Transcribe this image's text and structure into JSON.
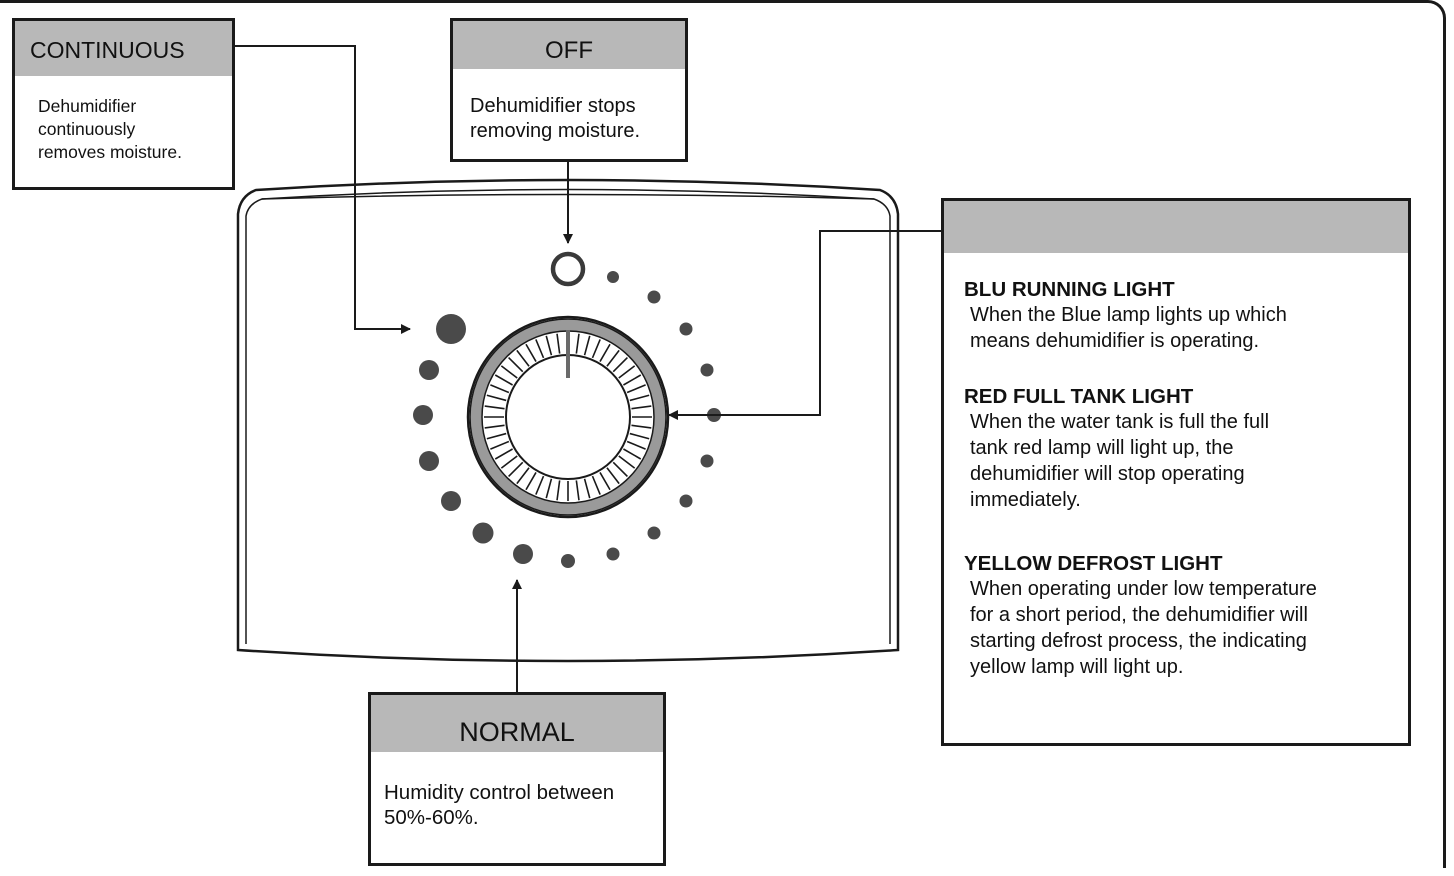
{
  "callouts": {
    "continuous": {
      "title": "CONTINUOUS",
      "text": "Dehumidifier\ncontinuously\nremoves moisture."
    },
    "off": {
      "title": "OFF",
      "text": "Dehumidifier stops\nremoving moisture."
    },
    "normal": {
      "title": "NORMAL",
      "text": "Humidity control between\n50%-60%."
    },
    "lights": {
      "title": "",
      "sections": [
        {
          "title": "BLU RUNNING LIGHT",
          "text": "When the Blue lamp lights up which\nmeans dehumidifier is operating."
        },
        {
          "title": "RED FULL TANK  LIGHT",
          "text": "When the water tank is full the full\ntank red lamp will light up, the\ndehumidifier will stop operating\nimmediately."
        },
        {
          "title": "YELLOW DEFROST LIGHT",
          "text": "When operating under low  temperature\nfor a short period, the  dehumidifier will\nstarting defrost  process, the indicating\nyellow lamp will light up."
        }
      ]
    }
  },
  "colors": {
    "header_fill": "#b8b8b8",
    "line": "#1a1a1a",
    "knob_gray": "#9a9a9a",
    "dot": "#4a4a4a"
  },
  "icons": {
    "off_position": "ring-icon",
    "humidity_level": "dot-icon"
  }
}
